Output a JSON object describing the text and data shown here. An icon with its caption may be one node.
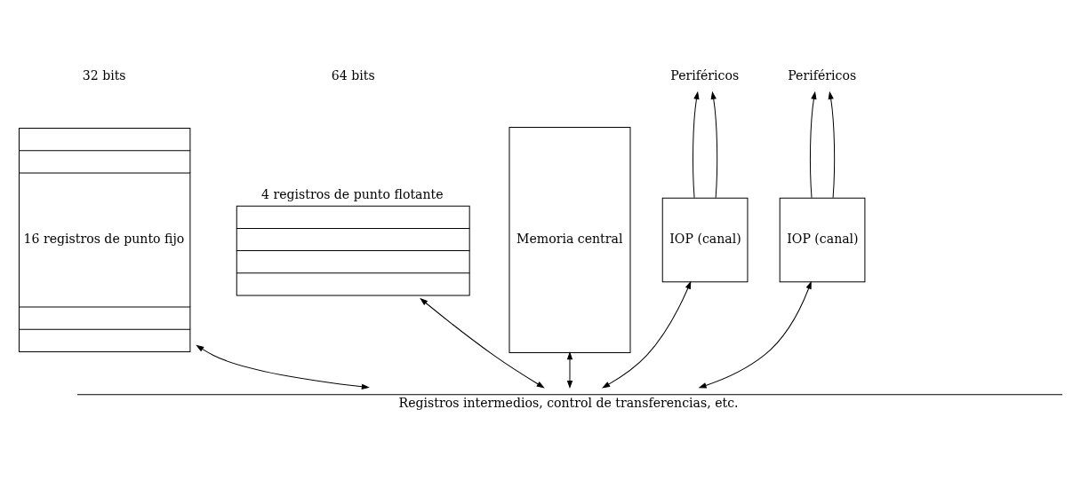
{
  "diagram": {
    "nodes": [
      {
        "text": [
          "16 registros de punto fijo"
        ]
      },
      {
        "text": [
          "4 registros de punto flotante"
        ]
      },
      {
        "text": [
          "Memoria central"
        ]
      },
      {
        "text": [
          "IOP (canal)"
        ]
      },
      {
        "text": [
          "IOP (canal)"
        ]
      },
      {
        "text": [
          "Periféricos"
        ]
      },
      {
        "text": [
          "Periféricos"
        ]
      },
      {
        "text": [
          "Registros intermedios, control de transferencias, etc."
        ]
      }
    ],
    "edges": [
      {
        "from": 0,
        "to": 7,
        "arrow": "both"
      },
      {
        "from": 1,
        "to": 7,
        "arrow": "both"
      },
      {
        "from": 2,
        "to": 7,
        "arrow": "both"
      },
      {
        "from": 3,
        "to": 7,
        "arrow": "both"
      },
      {
        "from": 4,
        "to": 7,
        "arrow": "both"
      },
      {
        "from": 3,
        "to": 5,
        "arrow": "to"
      },
      {
        "from": 3,
        "to": 5,
        "arrow": "to"
      },
      {
        "from": 4,
        "to": 6,
        "arrow": "to"
      },
      {
        "from": 4,
        "to": 6,
        "arrow": "to"
      }
    ],
    "labels": [
      "32 bits",
      "64 bits"
    ]
  }
}
